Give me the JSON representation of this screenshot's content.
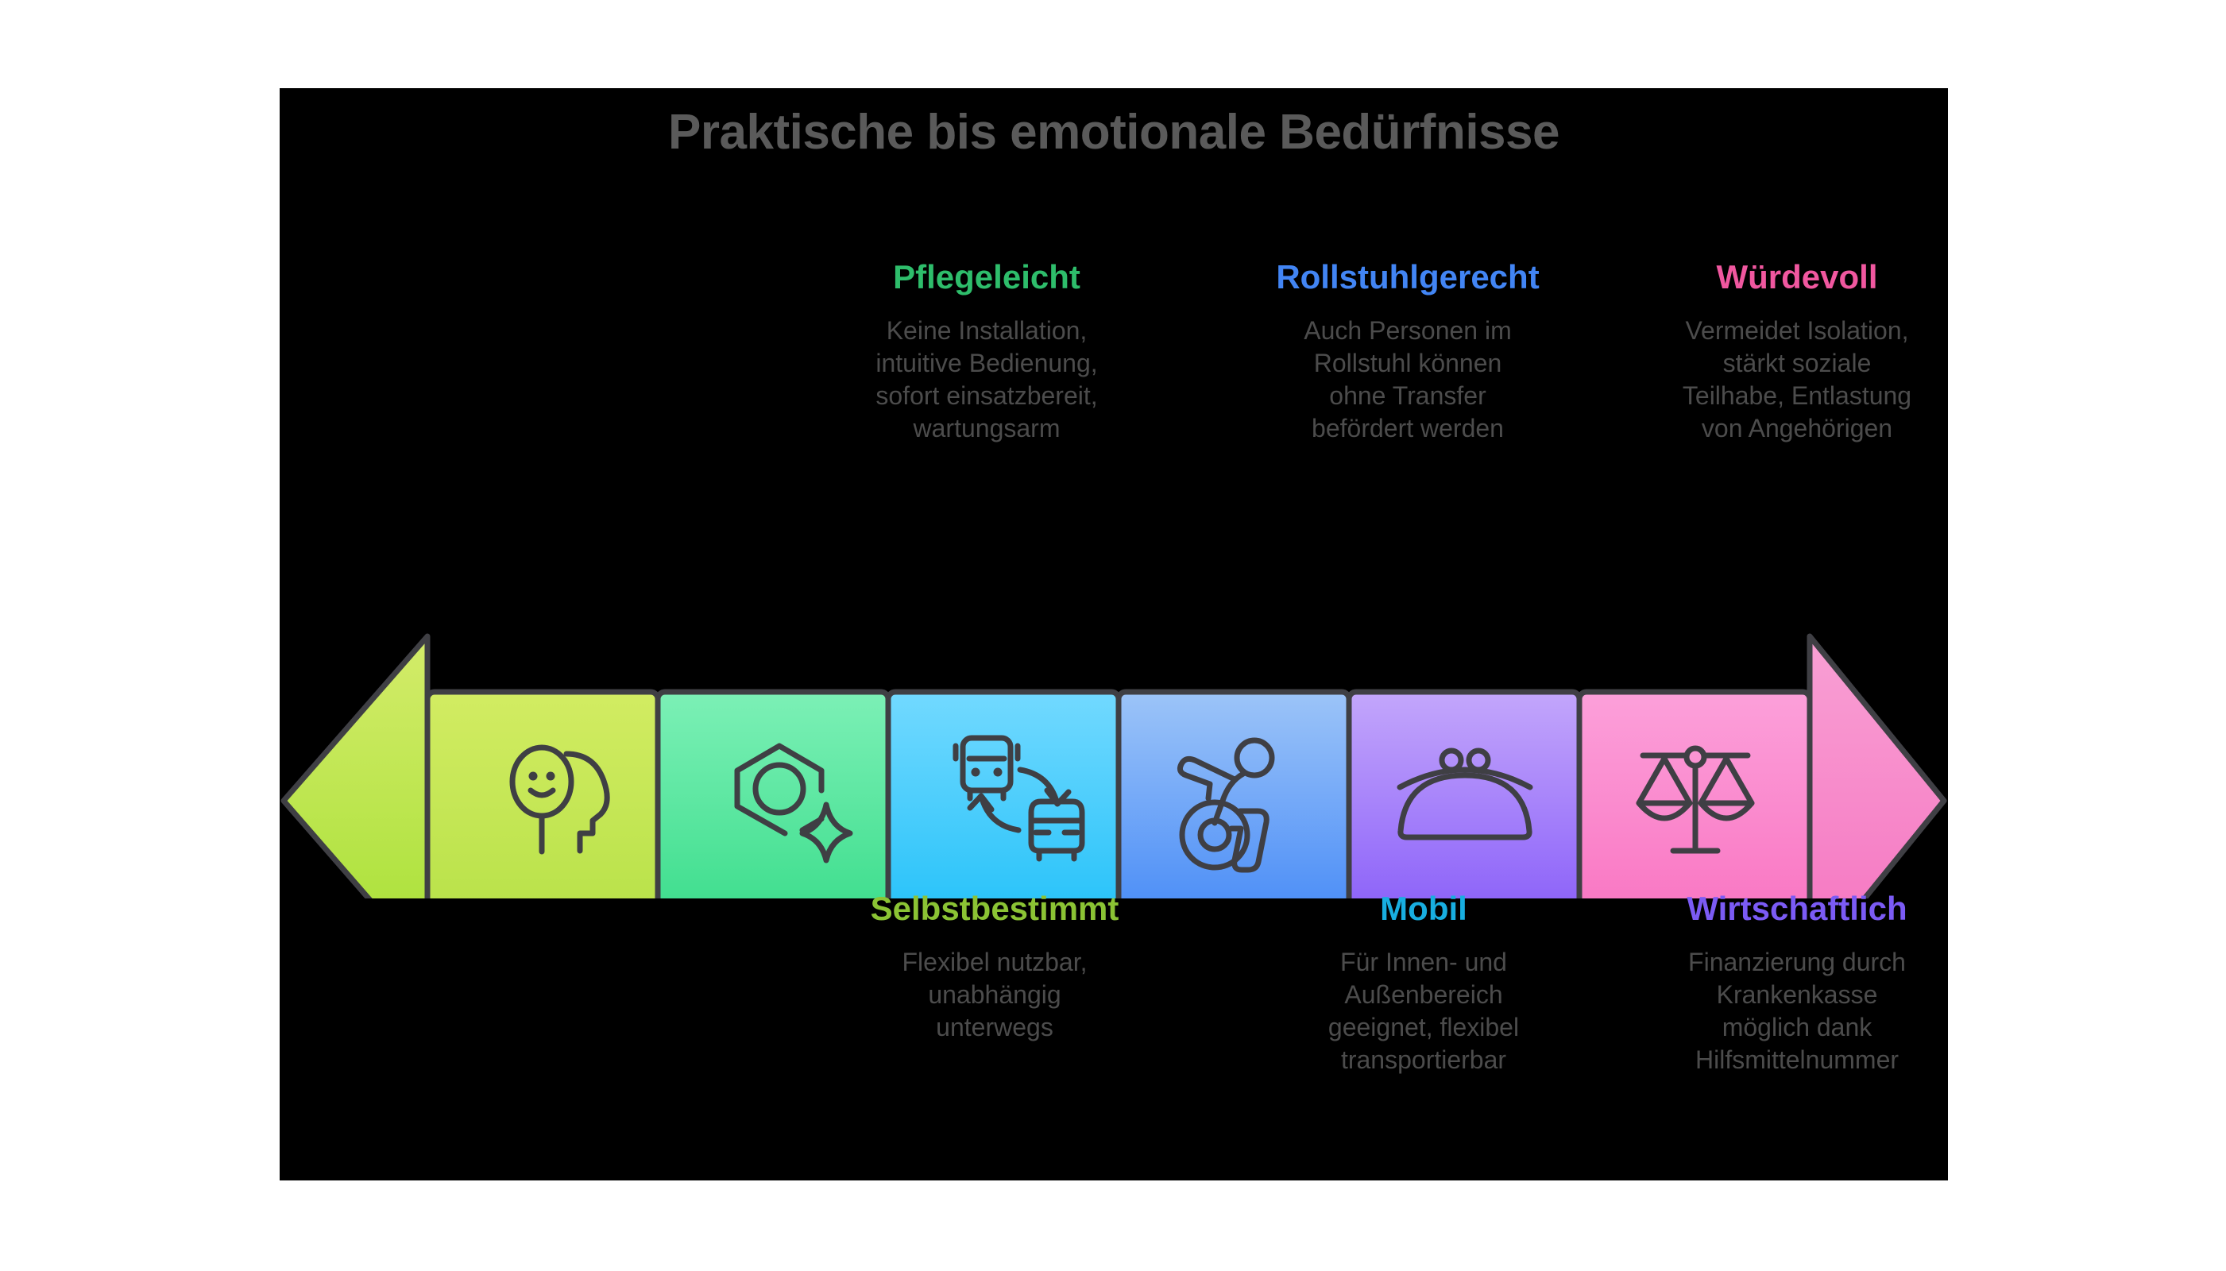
{
  "page": {
    "background": "#ffffff",
    "panel_background": "#000000",
    "title": "Praktische bis emotionale Bedürfnisse",
    "title_color": "#5a5a5a",
    "body_text_color": "#4c4c4c",
    "outline_color": "#3f3f44"
  },
  "labels_top": [
    {
      "id": "pflegeleicht",
      "heading": "Pflegeleicht",
      "color": "#2EBD6B",
      "description": "Keine Installation,\nintuitive Bedienung,\nsofort einsatzbereit,\nwartungsarm"
    },
    {
      "id": "rollstuhlgerecht",
      "heading": "Rollstuhlgerecht",
      "color": "#4285F4",
      "description": "Auch Personen im\nRollstuhl können\nohne Transfer\nbefördert werden"
    },
    {
      "id": "wuerdevoll",
      "heading": "Würdevoll",
      "color": "#F0579F",
      "description": "Vermeidet Isolation,\nstärkt soziale\nTeilhabe, Entlastung\nvon Angehörigen"
    }
  ],
  "labels_bottom": [
    {
      "id": "selbstbestimmt",
      "heading": "Selbstbestimmt",
      "color": "#8BC334",
      "description": "Flexibel nutzbar,\nunabhängig\nunterwegs"
    },
    {
      "id": "mobil",
      "heading": "Mobil",
      "color": "#18AEE0",
      "description": "Für Innen- und\nAußenbereich\ngeeignet, flexibel\ntransportierbar"
    },
    {
      "id": "wirtschaftlich",
      "heading": "Wirtschaftlich",
      "color": "#7B5BF5",
      "description": "Finanzierung durch\nKrankenkasse\nmöglich dank\nHilfsmittelnummer"
    }
  ],
  "arrow_bar": {
    "left_arrow_color_top": "#D4EC6A",
    "left_arrow_color_bottom": "#A6E035",
    "right_arrow_color_top": "#F9A0D4",
    "right_arrow_color_bottom": "#F573C0",
    "segments": [
      {
        "id": "seg-1",
        "icon": "head-smiley-icon",
        "color_top": "#D2EC62",
        "color_bottom": "#B9E24A"
      },
      {
        "id": "seg-2",
        "icon": "hexnut-sparkle-icon",
        "color_top": "#7CF0B6",
        "color_bottom": "#3FDE8E"
      },
      {
        "id": "seg-3",
        "icon": "bus-car-transfer-icon",
        "color_top": "#72D9FF",
        "color_bottom": "#29C3F9"
      },
      {
        "id": "seg-4",
        "icon": "wheelchair-active-icon",
        "color_top": "#9CC4F8",
        "color_bottom": "#4C8EF7"
      },
      {
        "id": "seg-5",
        "icon": "coin-purse-icon",
        "color_top": "#C3A6FB",
        "color_bottom": "#8C62F9"
      },
      {
        "id": "seg-6",
        "icon": "balance-scales-icon",
        "color_top": "#FCA0DA",
        "color_bottom": "#F977C3"
      }
    ]
  }
}
